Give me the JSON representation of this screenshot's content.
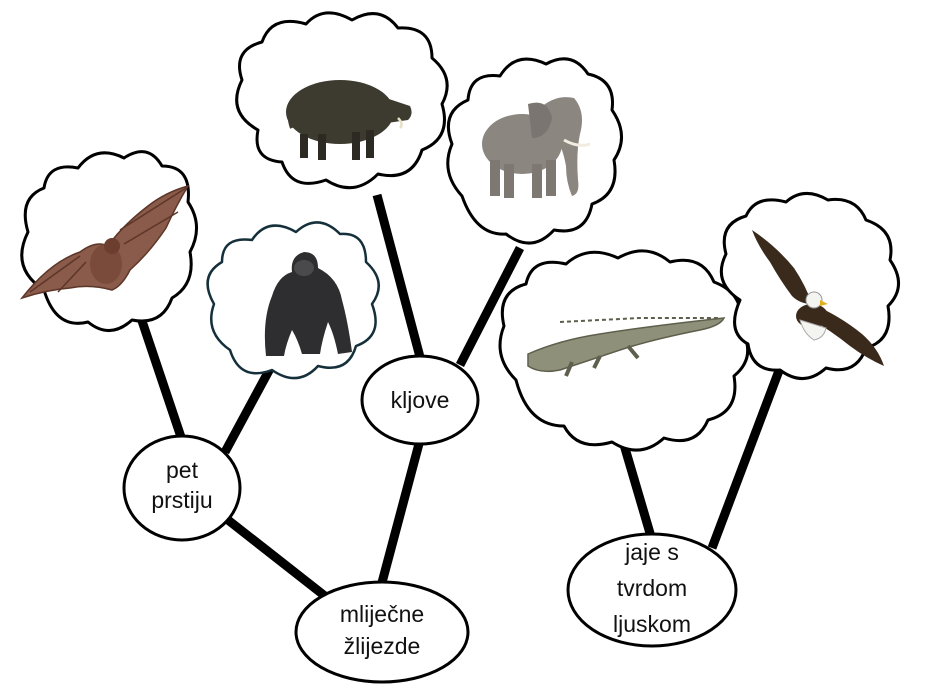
{
  "nodes": {
    "mammary_glands": [
      "mliječne",
      "žlijezde"
    ],
    "five_fingers": [
      "pet",
      "prstiju"
    ],
    "tusks": [
      "kljove"
    ],
    "hard_shell_egg": [
      "jaje s",
      "tvrdom",
      "ljuskom"
    ]
  },
  "animals": {
    "bat": "bat-icon",
    "gorilla": "gorilla-icon",
    "boar": "boar-icon",
    "elephant": "elephant-icon",
    "crocodile": "crocodile-icon",
    "eagle": "eagle-icon"
  },
  "colors": {
    "line": "#000000",
    "bat": "#8a5a4a",
    "gorilla": "#2e2e30",
    "boar": "#3d3a30",
    "elephant": "#8c8680",
    "crocodile": "#8f907a",
    "eagle": "#3a2a1c"
  }
}
